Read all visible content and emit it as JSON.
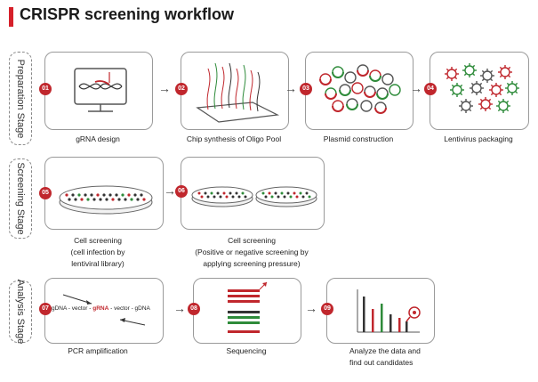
{
  "title": "CRISPR screening workflow",
  "stages": {
    "preparation": "Preparation Stage",
    "screening": "Screening Stage",
    "analysis": "Analysis Stage"
  },
  "steps": {
    "s01": {
      "num": "01",
      "caption": "gRNA design"
    },
    "s02": {
      "num": "02",
      "caption": "Chip synthesis of Oligo Pool"
    },
    "s03": {
      "num": "03",
      "caption": "Plasmid construction"
    },
    "s04": {
      "num": "04",
      "caption": "Lentivirus packaging"
    },
    "s05": {
      "num": "05",
      "caption_l1": "Cell screening",
      "caption_l2": "(cell infection by",
      "caption_l3": "lentiviral library)"
    },
    "s06": {
      "num": "06",
      "caption_l1": "Cell screening",
      "caption_l2": "(Positive or negative screening by",
      "caption_l3": "applying screening pressure)"
    },
    "s07": {
      "num": "07",
      "caption": "PCR amplification",
      "seq_a": "gDNA - vector - ",
      "seq_b": "gRNA",
      "seq_c": " - vector - gDNA"
    },
    "s08": {
      "num": "08",
      "caption": "Sequencing"
    },
    "s09": {
      "num": "09",
      "caption_l1": "Analyze the data and",
      "caption_l2": "find out candidates"
    }
  },
  "arrow_glyph": "→",
  "colors": {
    "accent": "#c0272d",
    "green": "#2e8b3a",
    "border": "#9a9a9a"
  }
}
